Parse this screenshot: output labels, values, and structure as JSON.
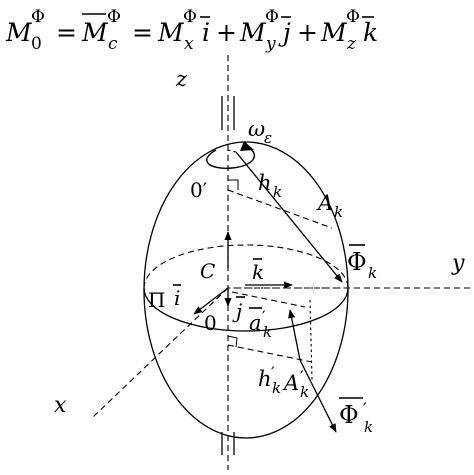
{
  "formula": {
    "lhs_symbol": "M",
    "lhs_super": "Φ",
    "lhs_sub": "0",
    "eq1": "=",
    "mid_symbol": "M",
    "mid_super": "Φ",
    "mid_sub": "c",
    "eq2": "=",
    "terms": [
      {
        "symbol": "M",
        "super": "Φ",
        "sub": "x",
        "unit": "i",
        "plus": "+"
      },
      {
        "symbol": "M",
        "super": "Φ",
        "sub": "y",
        "unit": "j",
        "plus": "+"
      },
      {
        "symbol": "M",
        "super": "Φ",
        "sub": "z",
        "unit": "k",
        "plus": ""
      }
    ]
  },
  "labels": {
    "z_axis": "z",
    "y_axis": "y",
    "x_axis": "x",
    "omega": "ω",
    "omega_sub": "ε",
    "point_o_prime": "0′",
    "h_k": "h",
    "h_k_sub": "k",
    "a_k": "A",
    "a_k_sub": "k",
    "phi_k": "Φ",
    "phi_k_sub": "k",
    "center_c": "C",
    "unit_k": "k",
    "unit_i": "i",
    "pi": "Π",
    "unit_j": "j",
    "origin_zero": "0",
    "a_prime": "a",
    "a_prime_mark": "′",
    "a_prime_sub": "k",
    "h_prime": "h",
    "h_prime_mark": "′",
    "h_prime_sub": "k",
    "a_cap_prime": "A",
    "a_cap_prime_mark": "′",
    "a_cap_prime_sub": "k",
    "phi_prime": "Φ",
    "phi_prime_mark": "′",
    "phi_prime_sub": "k"
  }
}
